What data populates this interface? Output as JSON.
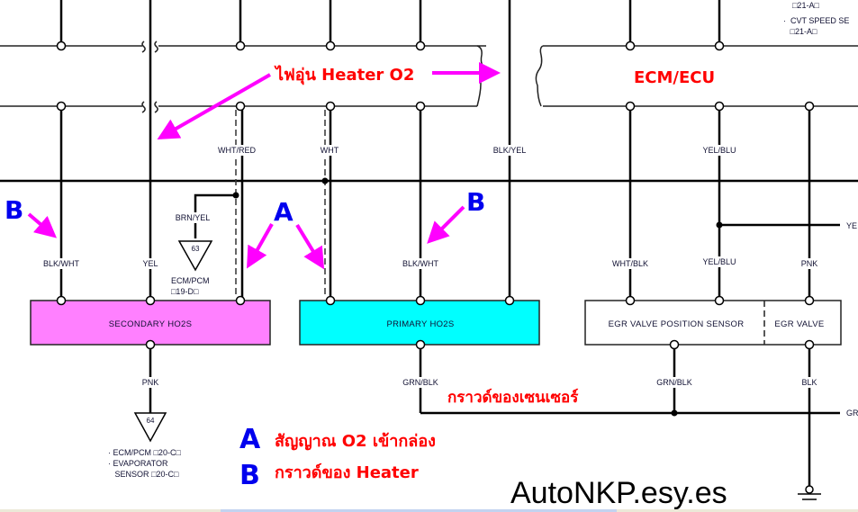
{
  "diagram": {
    "title_heater": "ไฟอุ่น Heater O2",
    "title_ecm": "ECM/ECU",
    "ground_note": "กราวด์ของเซนเซอร์",
    "legend": [
      {
        "letter": "A",
        "text": "สัญญาณ O2 เข้ากล่อง"
      },
      {
        "letter": "B",
        "text": "กราวด์ของ Heater"
      }
    ],
    "marker_a": "A",
    "marker_b_left": "B",
    "marker_b_right": "B",
    "watermark": "AutoNKP.esy.es",
    "components": {
      "secondary": {
        "label": "SECONDARY HO2S",
        "color": "#ff80ff"
      },
      "primary": {
        "label": "PRIMARY HO2S",
        "color": "#00ffff"
      },
      "egr_sensor": {
        "label": "EGR VALVE POSITION SENSOR"
      },
      "egr_valve": {
        "label": "EGR VALVE"
      }
    },
    "wire_labels": {
      "wht_red": "WHT/RED",
      "wht": "WHT",
      "blk_yel": "BLK/YEL",
      "yel_blu_top": "YEL/BLU",
      "blk_wht_left": "BLK/WHT",
      "yel": "YEL",
      "brn_yel": "BRN/YEL",
      "blk_wht_right": "BLK/WHT",
      "wht_blk": "WHT/BLK",
      "yel_blu_bottom": "YEL/BLU",
      "pnk_right": "PNK",
      "pnk_left": "PNK",
      "grn_blk_primary": "GRN/BLK",
      "grn_blk_egr": "GRN/BLK",
      "blk": "BLK",
      "ye_edge": "YE",
      "gr_edge": "GR"
    },
    "connectors": {
      "c63": {
        "number": "63",
        "lines": [
          "ECM/PCM",
          "□19-D□"
        ]
      },
      "c64": {
        "number": "64",
        "lines": [
          "·  ECM/PCM □20-C□",
          "·  EVAPORATOR",
          "   SENSOR □20-C□"
        ]
      }
    },
    "top_right_notes": [
      "□21-A□",
      "·  CVT SPEED SE",
      "   □21-A□"
    ],
    "colors": {
      "annotation_red": "#ff0000",
      "annotation_blue": "#0000ee",
      "arrow_magenta": "#ff00ff",
      "wire": "#000000"
    }
  }
}
